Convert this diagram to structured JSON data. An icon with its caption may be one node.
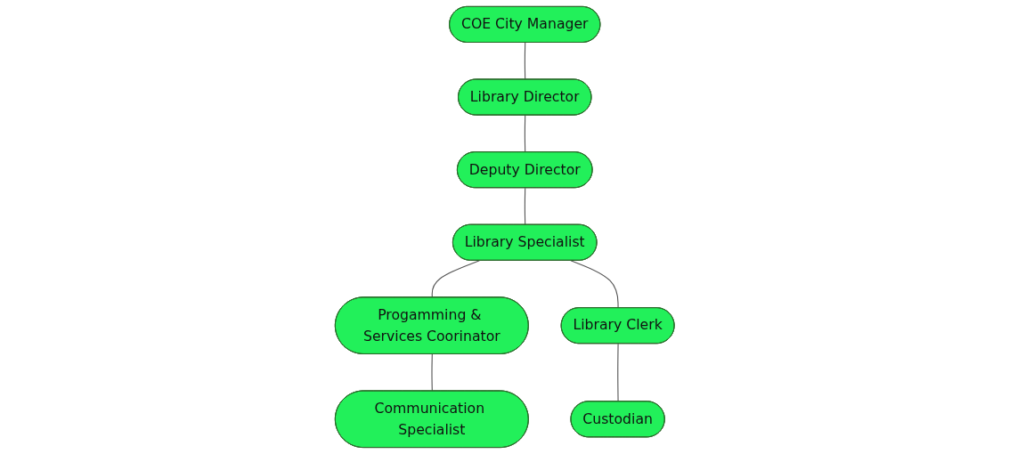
{
  "diagram": {
    "nodes": [
      {
        "text": [
          "COE City Manager"
        ]
      },
      {
        "text": [
          "Library Director"
        ]
      },
      {
        "text": [
          "Deputy Director"
        ]
      },
      {
        "text": [
          "Communication Specialist"
        ]
      },
      {
        "text": [
          "Progamming & Services Coorinator"
        ]
      },
      {
        "text": [
          "Library Specialist"
        ]
      },
      {
        "text": [
          "Library Clerk"
        ]
      },
      {
        "text": [
          "Custodian"
        ]
      }
    ],
    "edges": [
      {
        "from": 0,
        "to": 1,
        "arrow": "none"
      },
      {
        "from": 1,
        "to": 2,
        "arrow": "none"
      },
      {
        "from": 2,
        "to": 5,
        "arrow": "none"
      },
      {
        "from": 4,
        "to": 3,
        "arrow": "none"
      },
      {
        "from": 5,
        "to": 4,
        "arrow": "none"
      },
      {
        "from": 5,
        "to": 6,
        "arrow": "none"
      },
      {
        "from": 6,
        "to": 7,
        "arrow": "none"
      }
    ]
  }
}
